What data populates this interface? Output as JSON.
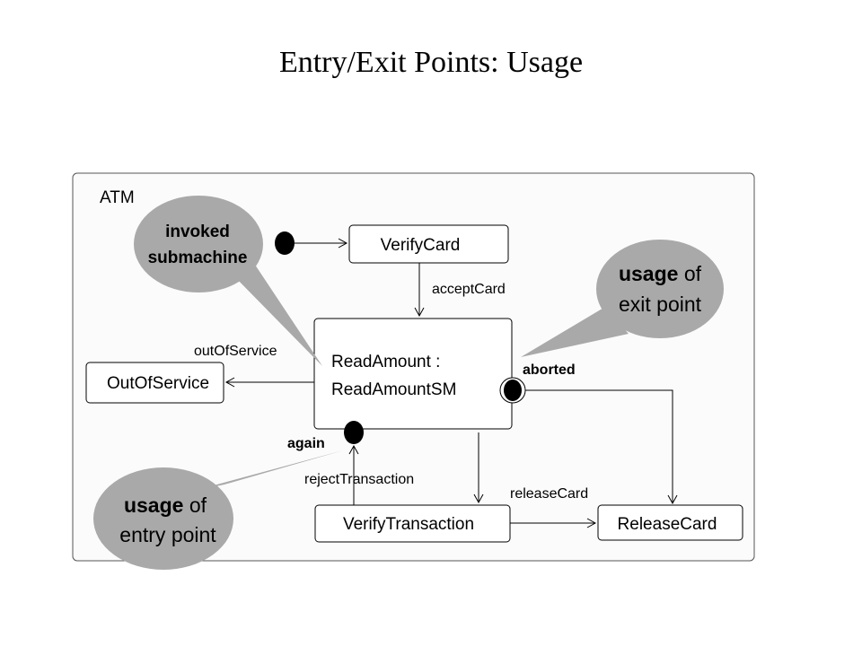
{
  "title": "Entry/Exit Points: Usage",
  "container": {
    "label": "ATM"
  },
  "states": {
    "verify_card": "VerifyCard",
    "read_amount_line1": "ReadAmount :",
    "read_amount_line2": "ReadAmountSM",
    "out_of_service": "OutOfService",
    "verify_transaction": "VerifyTransaction",
    "release_card": "ReleaseCard"
  },
  "transitions": {
    "accept_card": "acceptCard",
    "out_of_service": "outOfService",
    "reject_transaction": "rejectTransaction",
    "release_card": "releaseCard"
  },
  "points": {
    "exit_aborted": "aborted",
    "entry_again": "again"
  },
  "callouts": {
    "invoked_line1": "invoked",
    "invoked_line2": "submachine",
    "exit_usage_bold": "usage",
    "exit_usage_rest": " of",
    "exit_usage_line2": "exit point",
    "entry_usage_bold": "usage",
    "entry_usage_rest": " of",
    "entry_usage_line2": "entry point"
  },
  "colors": {
    "callout_fill": "#a9a9a9",
    "background": "#ffffff",
    "ink": "#000000"
  }
}
